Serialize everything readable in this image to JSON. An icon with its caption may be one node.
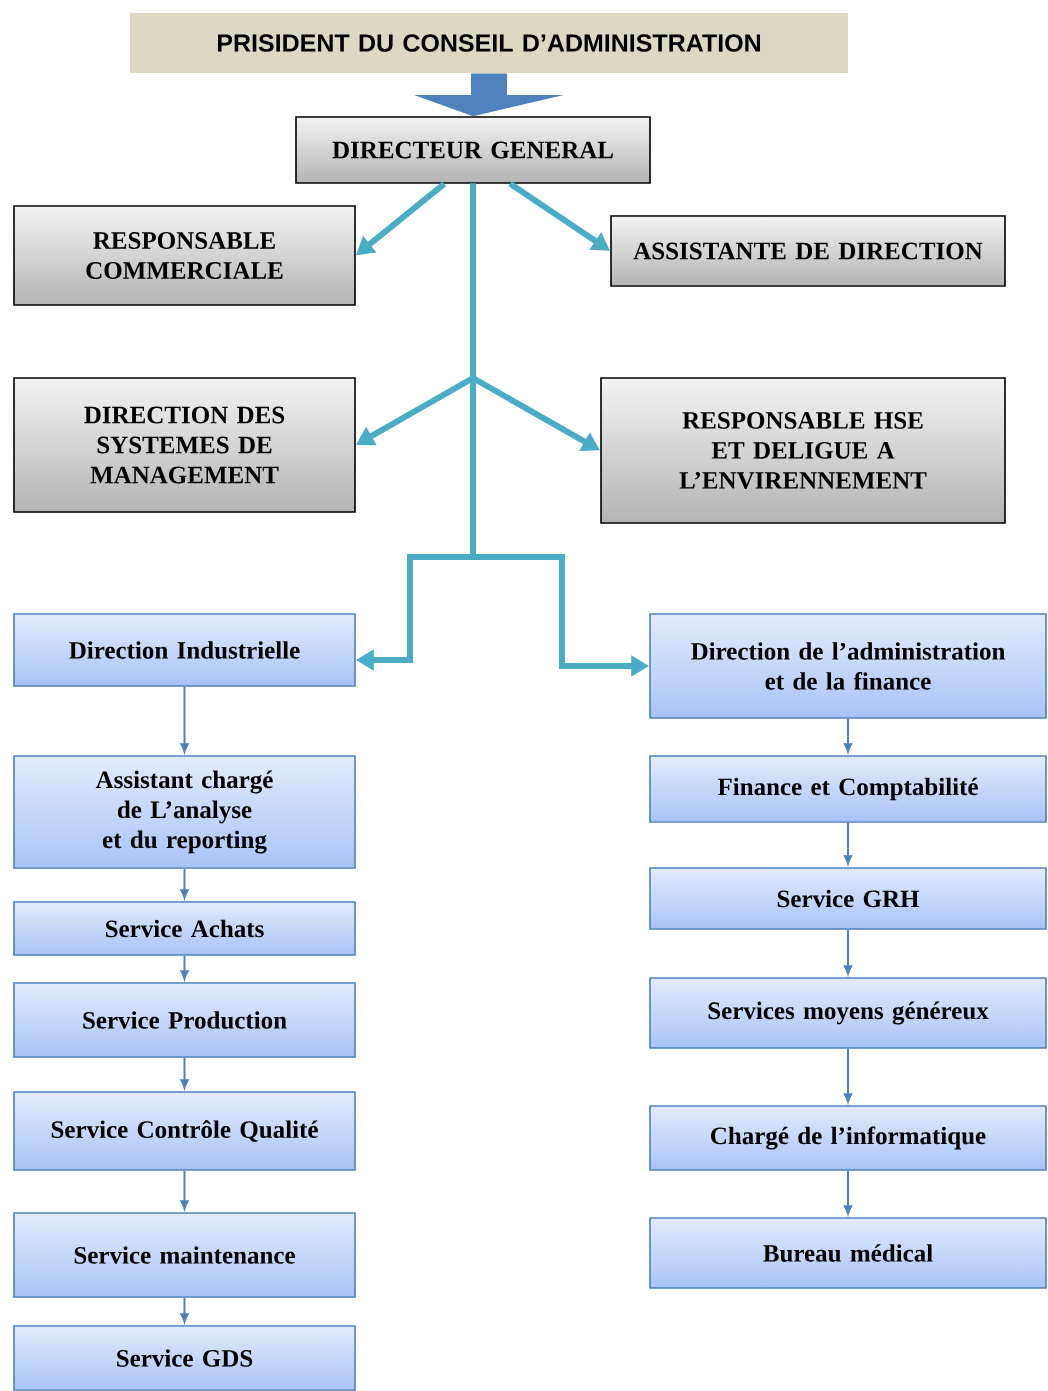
{
  "diagram": {
    "nodes": [
      {
        "text": [
          "PRISIDENT DU CONSEIL D’ADMINISTRATION"
        ]
      },
      {
        "text": [
          "DIRECTEUR GENERAL"
        ]
      },
      {
        "text": [
          "RESPONSABLE COMMERCIALE"
        ]
      },
      {
        "text": [
          "ASSISTANTE DE DIRECTION"
        ]
      },
      {
        "text": [
          "DIRECTION DES SYSTEMES DE MANAGEMENT"
        ]
      },
      {
        "text": [
          "RESPONSABLE HSE ET DELIGUE A L’ENVIRENNEMENT"
        ]
      },
      {
        "text": [
          "Direction Industrielle"
        ]
      },
      {
        "text": [
          "Direction de l’administration et de la finance"
        ]
      },
      {
        "text": [
          "Assistant chargé de L’analyse et du reporting"
        ]
      },
      {
        "text": [
          "Service Achats"
        ]
      },
      {
        "text": [
          "Service Production"
        ]
      },
      {
        "text": [
          "Service Contrôle Qualité"
        ]
      },
      {
        "text": [
          "Service maintenance"
        ]
      },
      {
        "text": [
          "Service GDS"
        ]
      },
      {
        "text": [
          "Finance et Comptabilité"
        ]
      },
      {
        "text": [
          "Service GRH"
        ]
      },
      {
        "text": [
          "Services moyens généreux"
        ]
      },
      {
        "text": [
          "Chargé de l’informatique"
        ]
      },
      {
        "text": [
          "Bureau médical"
        ]
      }
    ],
    "edges": [
      {
        "from": 0,
        "to": 1,
        "arrow": "to",
        "style": "thick"
      },
      {
        "from": 1,
        "to": 2,
        "arrow": "to",
        "style": "thick",
        "color": "#4bacc6"
      },
      {
        "from": 1,
        "to": 3,
        "arrow": "to",
        "style": "thick",
        "color": "#4bacc6"
      },
      {
        "from": 1,
        "to": 4,
        "arrow": "to",
        "style": "thick",
        "color": "#4bacc6"
      },
      {
        "from": 1,
        "to": 5,
        "arrow": "to",
        "style": "thick",
        "color": "#4bacc6"
      },
      {
        "from": 1,
        "to": 6,
        "arrow": "to",
        "style": "thick",
        "color": "#4bacc6"
      },
      {
        "from": 1,
        "to": 7,
        "arrow": "to",
        "style": "thick",
        "color": "#4bacc6"
      },
      {
        "from": 6,
        "to": 8,
        "arrow": "to"
      },
      {
        "from": 8,
        "to": 9,
        "arrow": "to"
      },
      {
        "from": 9,
        "to": 10,
        "arrow": "to"
      },
      {
        "from": 10,
        "to": 11,
        "arrow": "to"
      },
      {
        "from": 11,
        "to": 12,
        "arrow": "to"
      },
      {
        "from": 12,
        "to": 13,
        "arrow": "to"
      },
      {
        "from": 7,
        "to": 14,
        "arrow": "to"
      },
      {
        "from": 14,
        "to": 15,
        "arrow": "to"
      },
      {
        "from": 15,
        "to": 16,
        "arrow": "to"
      },
      {
        "from": 16,
        "to": 17,
        "arrow": "to"
      },
      {
        "from": 17,
        "to": 18,
        "arrow": "to"
      }
    ]
  }
}
